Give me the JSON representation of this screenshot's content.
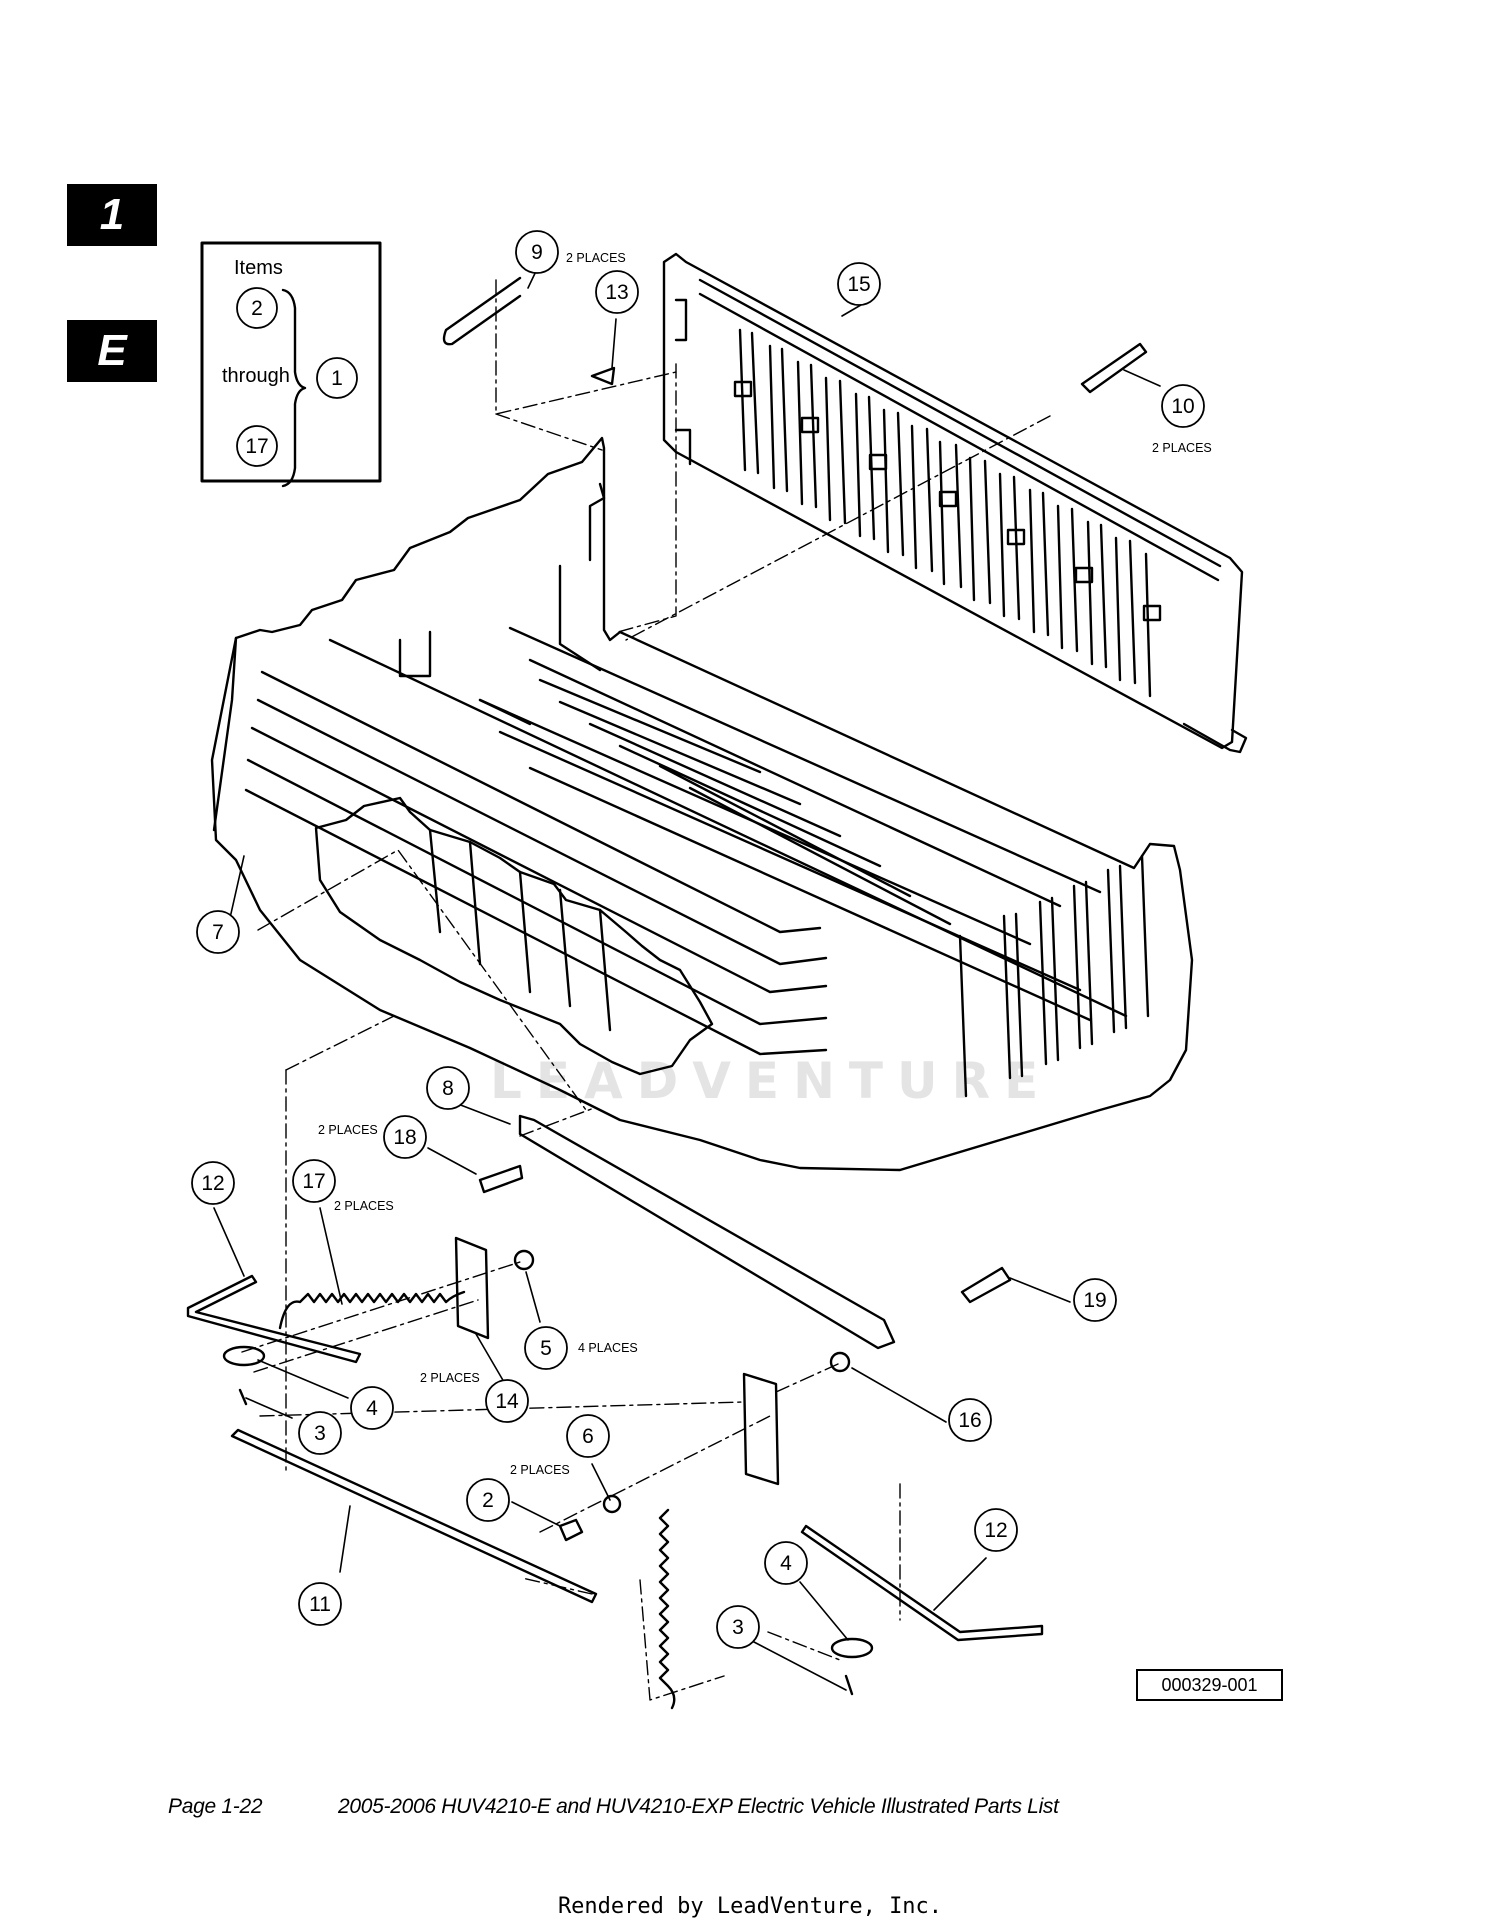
{
  "side_tabs": {
    "section": "1",
    "letter": "E"
  },
  "legend": {
    "items_label": "Items",
    "through_label": "through",
    "from": "2",
    "to": "17",
    "assembly": "1"
  },
  "callouts": [
    {
      "n": "9",
      "note": "2 PLACES"
    },
    {
      "n": "13",
      "note": ""
    },
    {
      "n": "15",
      "note": ""
    },
    {
      "n": "10",
      "note": "2 PLACES"
    },
    {
      "n": "7",
      "note": ""
    },
    {
      "n": "8",
      "note": ""
    },
    {
      "n": "18",
      "note": "2 PLACES"
    },
    {
      "n": "12",
      "note": ""
    },
    {
      "n": "17",
      "note": "2 PLACES"
    },
    {
      "n": "5",
      "note": "4 PLACES"
    },
    {
      "n": "14",
      "note": "2 PLACES"
    },
    {
      "n": "4",
      "note": ""
    },
    {
      "n": "3",
      "note": ""
    },
    {
      "n": "19",
      "note": ""
    },
    {
      "n": "16",
      "note": ""
    },
    {
      "n": "6",
      "note": "2 PLACES"
    },
    {
      "n": "2",
      "note": ""
    },
    {
      "n": "11",
      "note": ""
    },
    {
      "n": "12",
      "note": ""
    },
    {
      "n": "4",
      "note": ""
    },
    {
      "n": "3",
      "note": ""
    }
  ],
  "drawing_number": "000329-001",
  "watermark": "LEADVENTURE",
  "footer": {
    "page": "Page 1-22",
    "title": "2005-2006 HUV4210-E and HUV4210-EXP Electric Vehicle Illustrated Parts List"
  },
  "rendered_by": "Rendered by LeadVenture, Inc."
}
